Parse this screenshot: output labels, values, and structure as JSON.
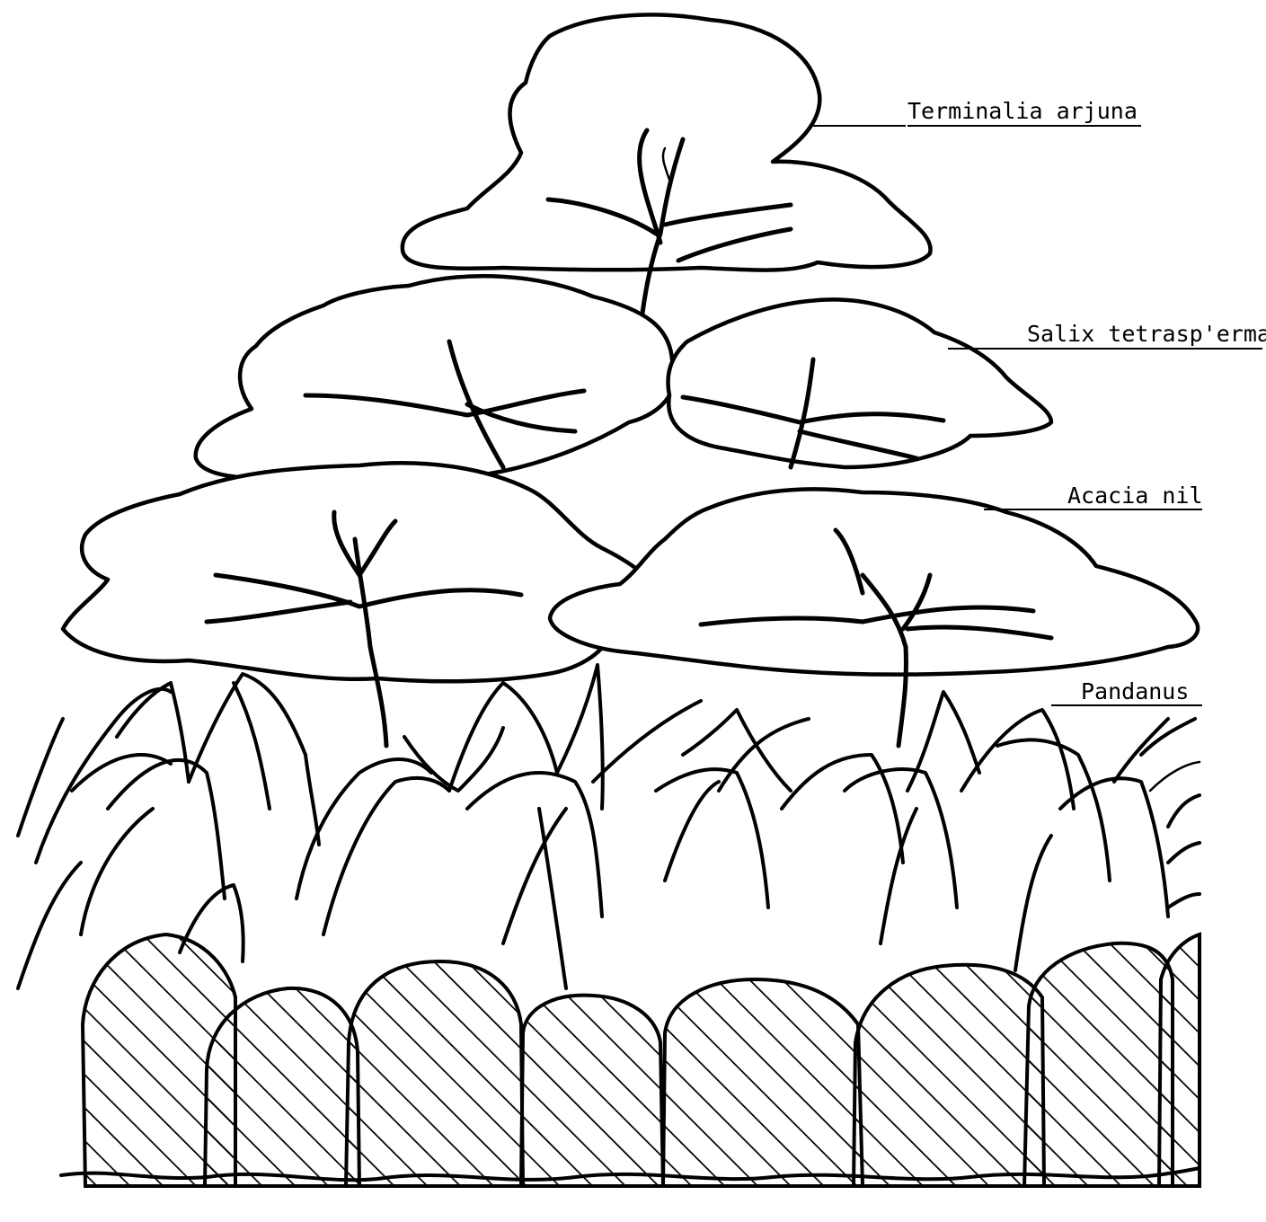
{
  "diagram": {
    "labels": [
      {
        "id": "terminalia",
        "text": "Terminalia arjuna"
      },
      {
        "id": "salix",
        "text": "Salix tetrasp'erma"
      },
      {
        "id": "acacia",
        "text": "Acacia nil"
      },
      {
        "id": "pandanus",
        "text": "Pandanus"
      }
    ]
  }
}
